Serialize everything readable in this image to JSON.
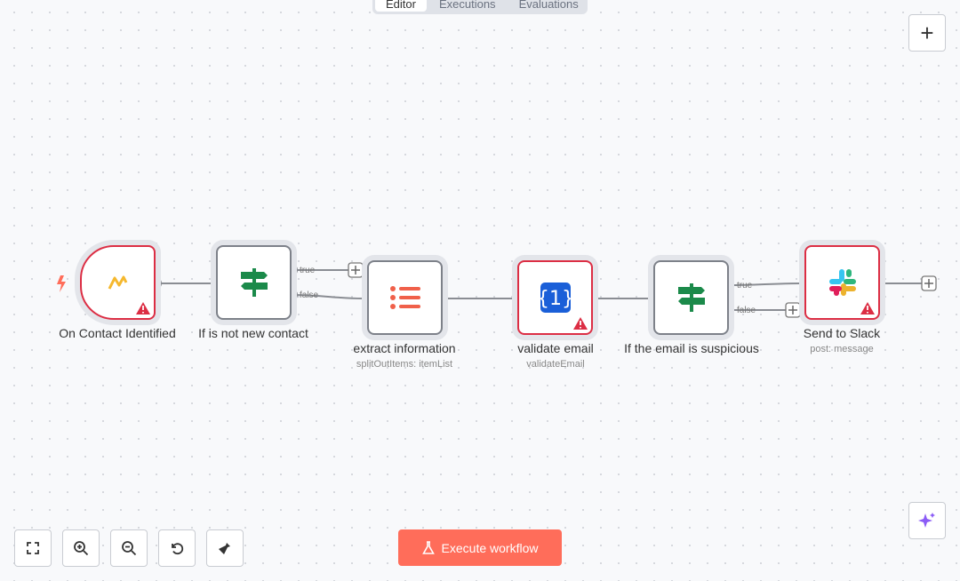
{
  "tabs": [
    "Editor",
    "Executions",
    "Evaluations"
  ],
  "nodes": [
    {
      "name": "On Contact Identified",
      "status": "error"
    },
    {
      "name": "If is not new contact"
    },
    {
      "name": "extract information",
      "subtitle": "splitOutItems: itemList"
    },
    {
      "name": "validate email",
      "subtitle": "validateEmail",
      "status": "error"
    },
    {
      "name": "If the email is suspicious"
    },
    {
      "name": "Send to Slack",
      "subtitle": "post: message",
      "status": "error"
    }
  ],
  "edge_labels": {
    "true": "true",
    "false": "false"
  },
  "execute_label": "Execute workflow",
  "colors": {
    "accent": "#ff6d5a",
    "error": "#dc2e44",
    "if": "#1b8a4a"
  }
}
